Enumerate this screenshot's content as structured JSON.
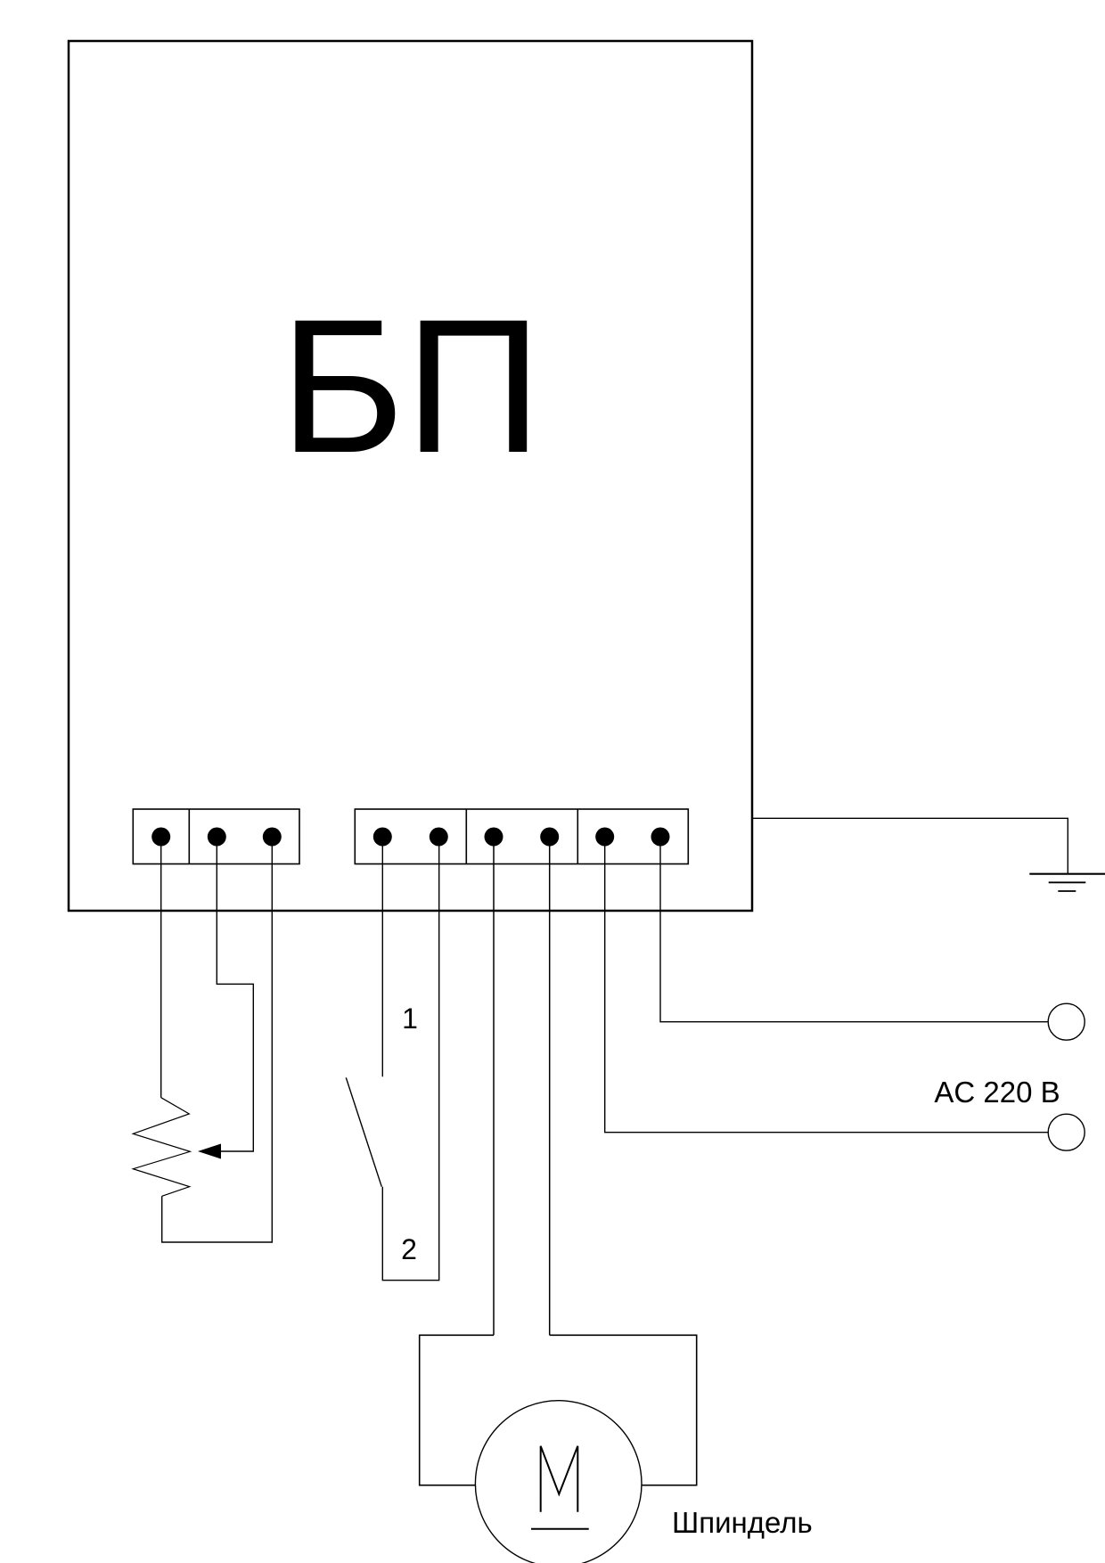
{
  "diagram": {
    "power_supply_label": "БП",
    "switch": {
      "contact_1_label": "1",
      "contact_2_label": "2"
    },
    "ac_supply_label": "AC 220 В",
    "motor": {
      "letter": "M",
      "name_label": "Шпиндель"
    },
    "colors": {
      "line": "#000000",
      "background": "#ffffff"
    }
  }
}
